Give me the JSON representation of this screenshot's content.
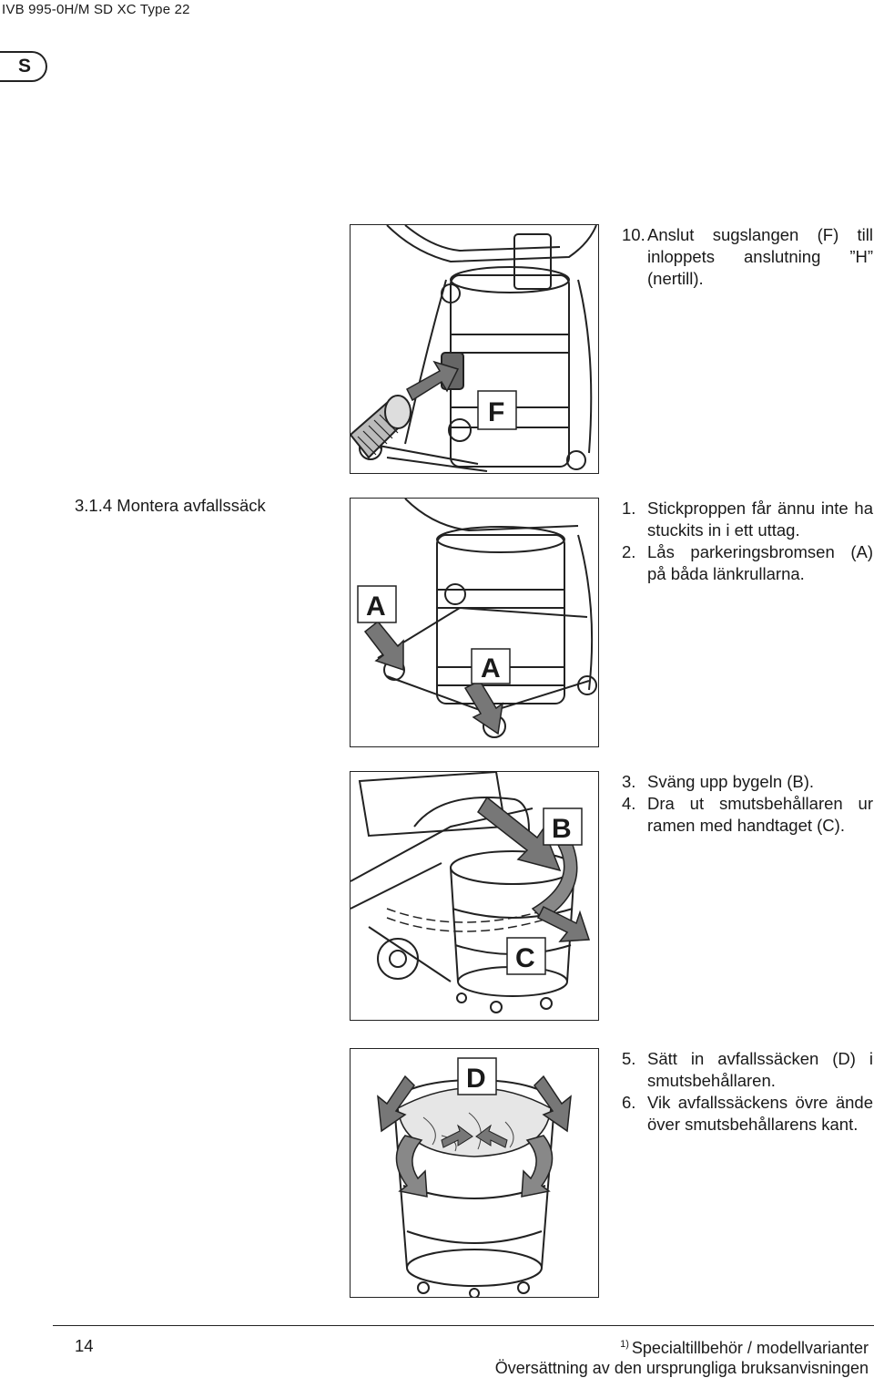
{
  "header": {
    "title": "IVB 995-0H/M SD XC Type 22",
    "language_badge": "S"
  },
  "section": {
    "heading": "3.1.4 Montera avfallssäck"
  },
  "steps": {
    "s10": {
      "num": "10.",
      "text": "Anslut sugslangen (F) till inloppets anslutning ”H” (nertill)."
    },
    "s1": {
      "num": "1.",
      "text": "Stickproppen får ännu inte ha stuckits in i ett uttag."
    },
    "s2": {
      "num": "2.",
      "text": "Lås parkeringsbromsen (A) på båda länkrullarna."
    },
    "s3": {
      "num": "3.",
      "text": "Sväng upp bygeln (B)."
    },
    "s4": {
      "num": "4.",
      "text": "Dra ut smutsbehållaren ur ramen med handtaget (C)."
    },
    "s5": {
      "num": "5.",
      "text": "Sätt in avfallssäcken (D) i smutsbehållaren."
    },
    "s6": {
      "num": "6.",
      "text": "Vik avfallssäckens övre ände över smutsbehållarens kant."
    }
  },
  "figures": {
    "fig1": {
      "label": "F"
    },
    "fig2": {
      "label_1": "A",
      "label_2": "A"
    },
    "fig3": {
      "label_1": "B",
      "label_2": "C"
    },
    "fig4": {
      "label": "D"
    }
  },
  "footer": {
    "page_number": "14",
    "footnote_marker": "1)",
    "footnote_text": "Specialtillbehör / modellvarianter",
    "translation_note": "Översättning av den ursprungliga bruksanvisningen"
  }
}
